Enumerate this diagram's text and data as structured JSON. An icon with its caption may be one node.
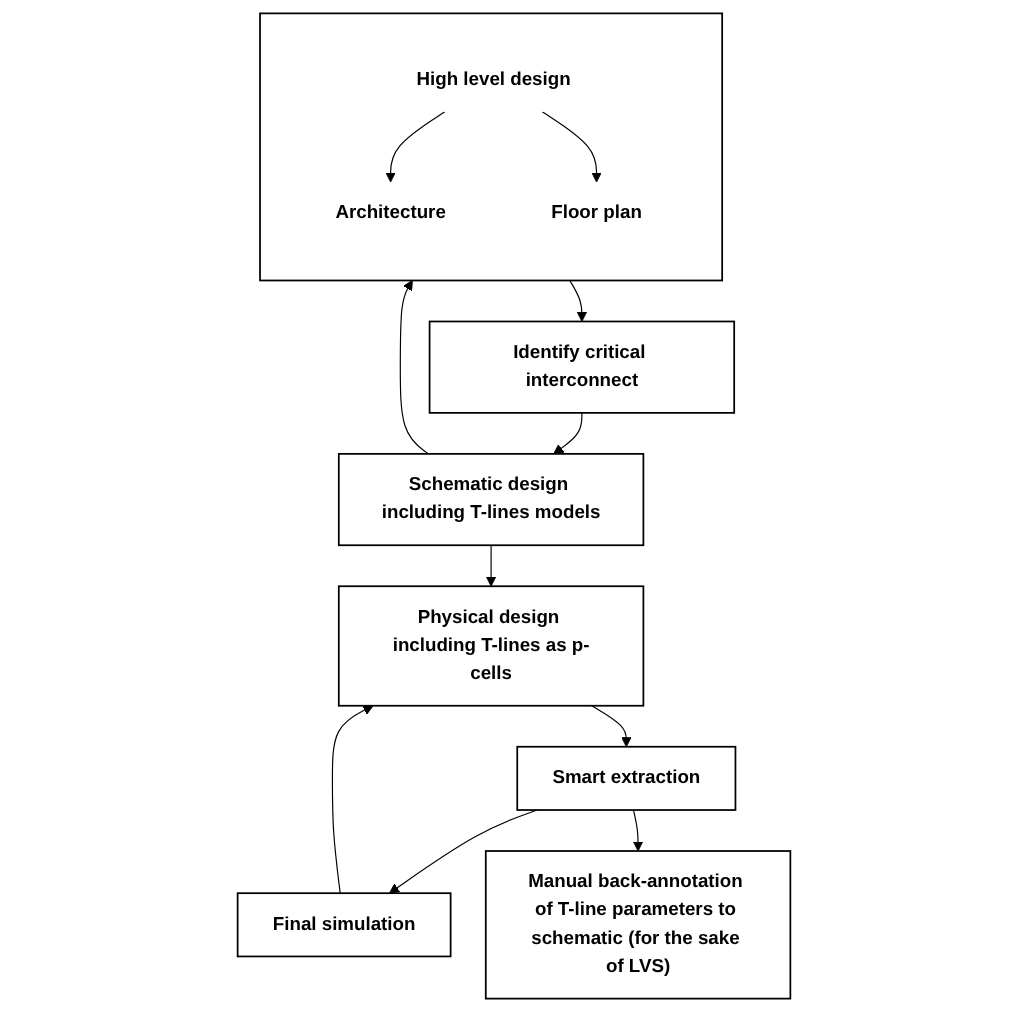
{
  "diagram": {
    "nodes": [
      {
        "text": [],
        "shape": "box"
      },
      {
        "text": [
          "High level design"
        ],
        "in": 0
      },
      {
        "text": [
          "Architecture"
        ],
        "in": 0
      },
      {
        "text": [
          "Floor plan"
        ],
        "in": 0
      },
      {
        "text": [
          "Identify critical interconnect"
        ]
      },
      {
        "text": [
          "Schematic design including T-lines models"
        ]
      },
      {
        "text": [
          "Physical design including T-lines as p-cells"
        ]
      },
      {
        "text": [
          "Smart extraction"
        ]
      },
      {
        "text": [
          "Final simulation"
        ]
      },
      {
        "text": [
          "Manual back-annotation of T-line parameters to schematic (for the sake of LVS)"
        ]
      }
    ],
    "edges": [
      {
        "from": 1,
        "to": 2,
        "arrow": "to"
      },
      {
        "from": 1,
        "to": 3,
        "arrow": "to"
      },
      {
        "from": 0,
        "to": 4,
        "arrow": "to"
      },
      {
        "from": 4,
        "to": 5,
        "arrow": "to"
      },
      {
        "from": 5,
        "to": 0,
        "arrow": "to"
      },
      {
        "from": 5,
        "to": 6,
        "arrow": "to"
      },
      {
        "from": 6,
        "to": 7,
        "arrow": "to"
      },
      {
        "from": 7,
        "to": 8,
        "arrow": "to"
      },
      {
        "from": 7,
        "to": 9,
        "arrow": "to"
      },
      {
        "from": 8,
        "to": 6,
        "arrow": "to"
      }
    ]
  }
}
